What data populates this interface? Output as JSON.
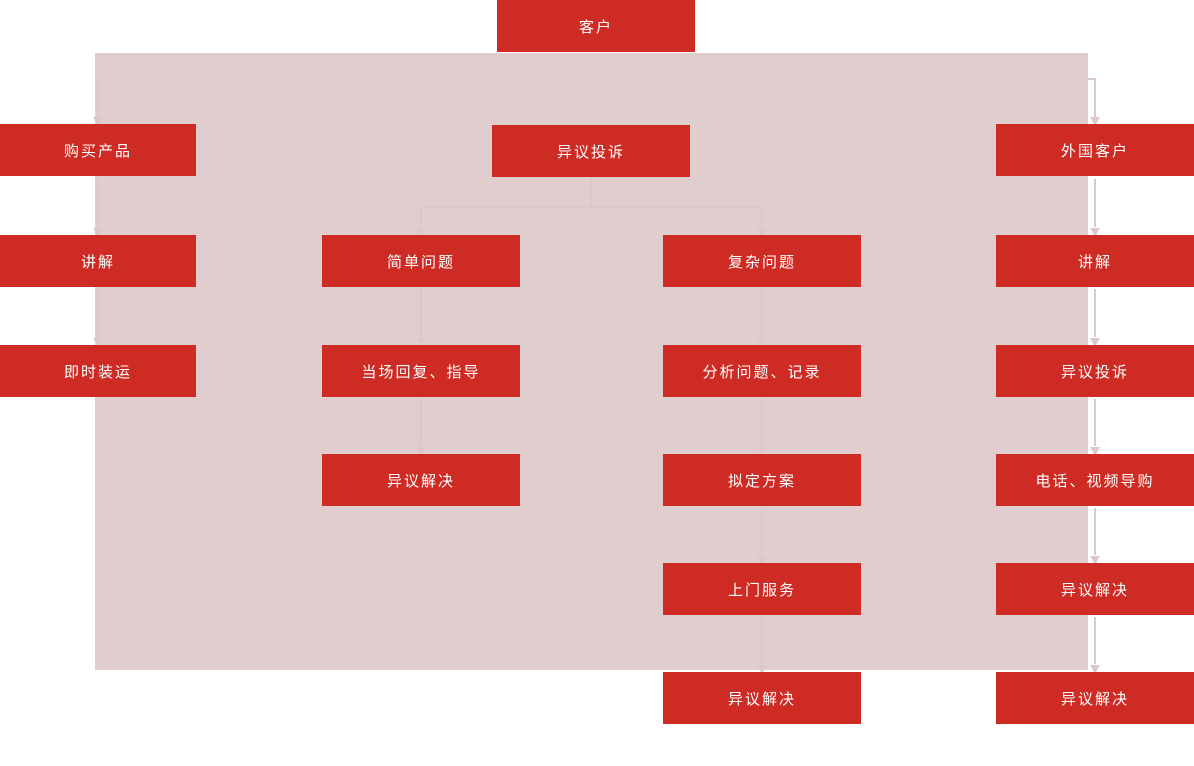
{
  "title": "customer-service-flowchart",
  "colors": {
    "box_red": "#cd2b23",
    "panel_pink": "#e0cdce",
    "connector": "#dbc8c9",
    "node_text": "#ffffff"
  },
  "root": {
    "label": "客户"
  },
  "left_column": {
    "items": [
      {
        "label": "购买产品"
      },
      {
        "label": "讲解"
      },
      {
        "label": "即时装运"
      }
    ]
  },
  "complaint": {
    "label": "异议投诉"
  },
  "simple_column": {
    "items": [
      {
        "label": "简单问题"
      },
      {
        "label": "当场回复、指导"
      },
      {
        "label": "异议解决"
      }
    ]
  },
  "complex_column": {
    "items": [
      {
        "label": "复杂问题"
      },
      {
        "label": "分析问题、记录"
      },
      {
        "label": "拟定方案"
      },
      {
        "label": "上门服务"
      },
      {
        "label": "异议解决"
      }
    ]
  },
  "foreign_column": {
    "items": [
      {
        "label": "外国客户"
      },
      {
        "label": "讲解"
      },
      {
        "label": "异议投诉"
      },
      {
        "label": "电话、视频导购"
      },
      {
        "label": "异议解决"
      },
      {
        "label": "异议解决"
      }
    ]
  }
}
